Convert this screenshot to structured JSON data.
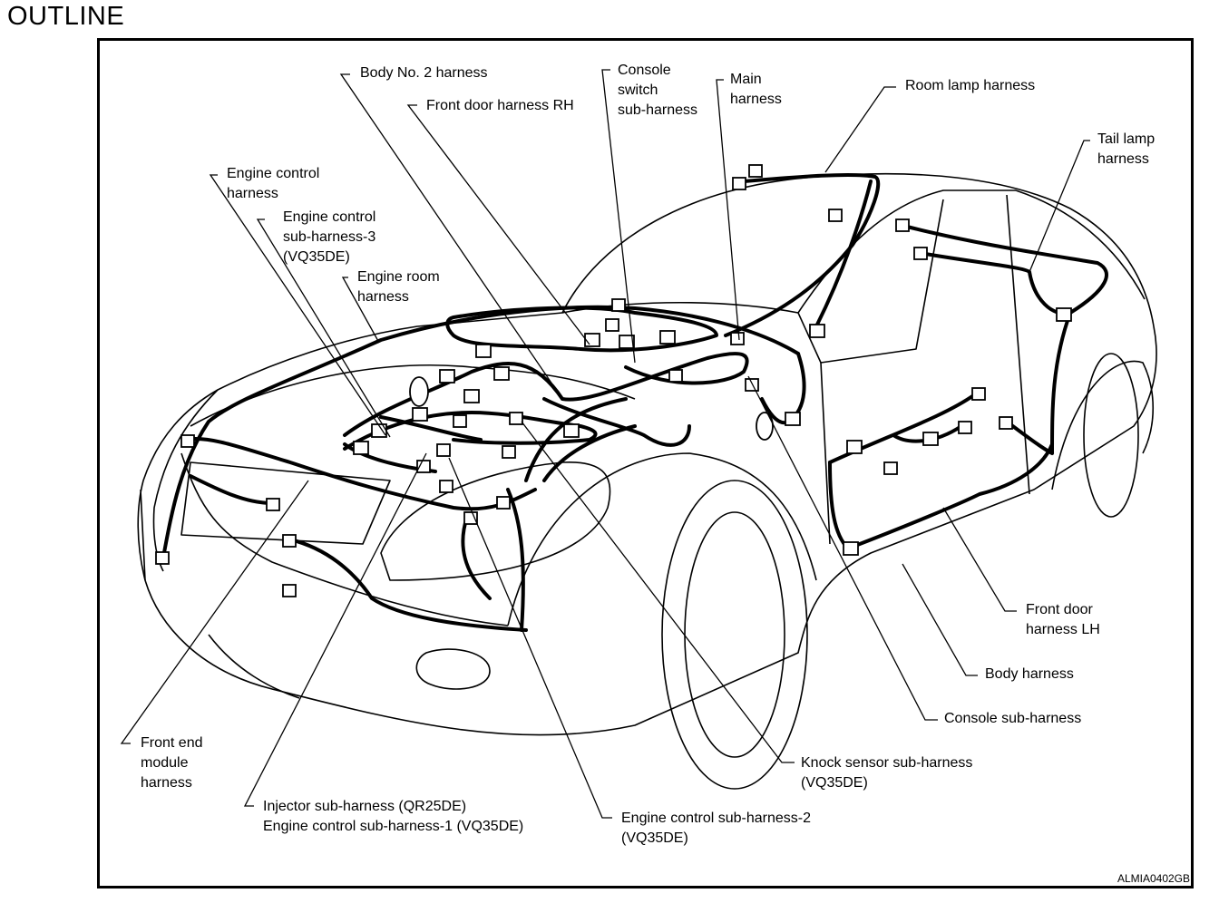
{
  "title": "OUTLINE",
  "figure_id": "ALMIA0402GB",
  "labels": {
    "body_no2": "Body No. 2 harness",
    "front_door_rh": "Front door harness RH",
    "console_switch": "Console\nswitch\nsub-harness",
    "main": "Main\nharness",
    "room_lamp": "Room lamp harness",
    "tail_lamp": "Tail lamp\nharness",
    "engine_control": "Engine control\nharness",
    "engine_control_sub3": "Engine control\nsub-harness-3\n(VQ35DE)",
    "engine_room": "Engine room\nharness",
    "front_door_lh": "Front door\nharness LH",
    "body": "Body harness",
    "console_sub": "Console sub-harness",
    "knock_sensor": "Knock sensor sub-harness\n(VQ35DE)",
    "engine_control_sub2": "Engine control sub-harness-2\n(VQ35DE)",
    "injector": "Injector sub-harness (QR25DE)\nEngine control sub-harness-1 (VQ35DE)",
    "front_end": "Front end\nmodule\nharness"
  }
}
